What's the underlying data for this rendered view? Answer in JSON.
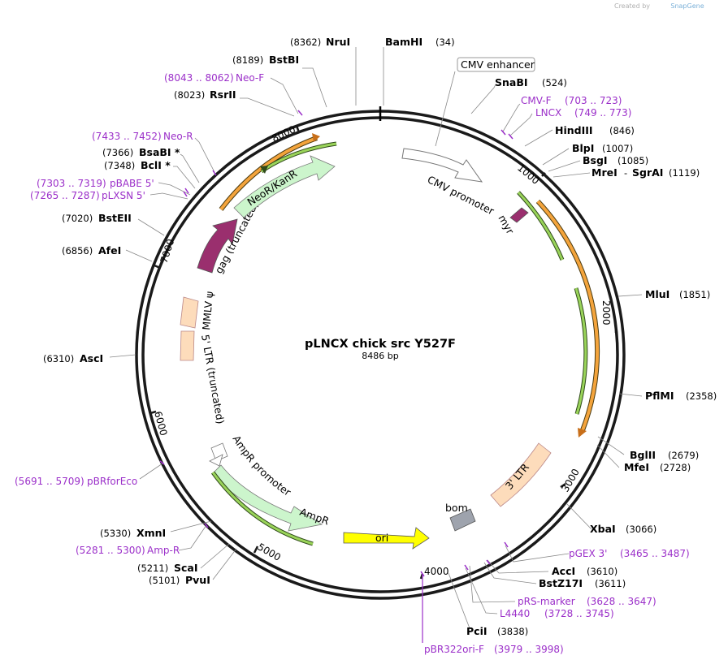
{
  "plasmid": {
    "name": "pLNCX chick src Y527F",
    "length": "8486 bp"
  },
  "credit": {
    "prefix": "Created by",
    "brand": "SnapGene"
  },
  "colors": {
    "primer": "#9b2fc9",
    "ring": "#1a1a1a",
    "orange_feature": "#f4a43c",
    "green_feature": "#4c9a2a"
  },
  "ticks": [
    "1000",
    "2000",
    "3000",
    "4000",
    "5000",
    "6000",
    "7000",
    "8000"
  ],
  "sites": {
    "nrui": {
      "name": "NruI",
      "pos": "(8362)"
    },
    "bamhi": {
      "name": "BamHI",
      "pos": "(34)"
    },
    "bstbi": {
      "name": "BstBI",
      "pos": "(8189)"
    },
    "rsrii": {
      "name": "RsrII",
      "pos": "(8023)"
    },
    "bsabi": {
      "name": "BsaBI *",
      "pos": "(7366)"
    },
    "bcli": {
      "name": "BclI *",
      "pos": "(7348)"
    },
    "bsteii": {
      "name": "BstEII",
      "pos": "(7020)"
    },
    "afei": {
      "name": "AfeI",
      "pos": "(6856)"
    },
    "asci": {
      "name": "AscI",
      "pos": "(6310)"
    },
    "xmni": {
      "name": "XmnI",
      "pos": "(5330)"
    },
    "scai": {
      "name": "ScaI",
      "pos": "(5211)"
    },
    "pvui": {
      "name": "PvuI",
      "pos": "(5101)"
    },
    "snabi": {
      "name": "SnaBI",
      "pos": "(524)"
    },
    "hindiii": {
      "name": "HindIII",
      "pos": "(846)"
    },
    "blpi": {
      "name": "BlpI",
      "pos": "(1007)"
    },
    "bsgi": {
      "name": "BsgI",
      "pos": "(1085)"
    },
    "mrei": {
      "name": "MreI",
      "sep": "-",
      "name2": "SgrAI",
      "pos": "(1119)"
    },
    "mlui": {
      "name": "MluI",
      "pos": "(1851)"
    },
    "pflmi": {
      "name": "PflMI",
      "pos": "(2358)"
    },
    "bglii": {
      "name": "BglII",
      "pos": "(2679)"
    },
    "mfei": {
      "name": "MfeI",
      "pos": "(2728)"
    },
    "xbai": {
      "name": "XbaI",
      "pos": "(3066)"
    },
    "acci": {
      "name": "AccI",
      "pos": "(3610)"
    },
    "bstz17i": {
      "name": "BstZ17I",
      "pos": "(3611)"
    },
    "pcii": {
      "name": "PciI",
      "pos": "(3838)"
    }
  },
  "primers": {
    "neof": {
      "pos": "(8043 .. 8062)",
      "name": "Neo-F"
    },
    "neor": {
      "pos": "(7433 .. 7452)",
      "name": "Neo-R"
    },
    "pbabe5": {
      "pos": "(7303 .. 7319)",
      "name": "pBABE 5'"
    },
    "plxsn5": {
      "pos": "(7265 .. 7287)",
      "name": "pLXSN 5'"
    },
    "pbrforeco": {
      "pos": "(5691 .. 5709)",
      "name": "pBRforEco"
    },
    "ampr": {
      "pos": "(5281 .. 5300)",
      "name": "Amp-R"
    },
    "cmvf": {
      "name": "CMV-F",
      "pos": "(703 .. 723)"
    },
    "lncx": {
      "name": "LNCX",
      "pos": "(749 .. 773)"
    },
    "pgex3": {
      "name": "pGEX 3'",
      "pos": "(3465 .. 3487)"
    },
    "prsmarker": {
      "name": "pRS-marker",
      "pos": "(3628 .. 3647)"
    },
    "l4440": {
      "name": "L4440",
      "pos": "(3728 .. 3745)"
    },
    "pbr322orif": {
      "name": "pBR322ori-F",
      "pos": "(3979 .. 3998)"
    }
  },
  "features": {
    "cmv_enhancer": "CMV enhancer",
    "cmv_promoter": "CMV promoter",
    "myr": "myr",
    "neor_kanr": "NeoR/KanR",
    "gag": "gag (truncated)",
    "psi": "MMLV ψ",
    "ltr5": "5' LTR (truncated)",
    "ampr_promoter": "AmpR promoter",
    "ampr": "AmpR",
    "ori": "ori",
    "bom": "bom",
    "ltr3": "3' LTR"
  }
}
